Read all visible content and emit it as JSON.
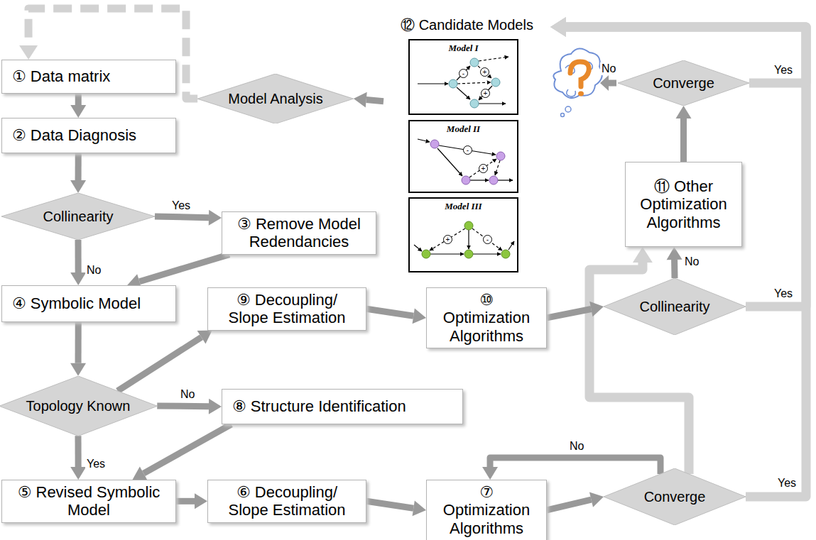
{
  "diagram": {
    "nodes": [
      {
        "text": [
          "① Data matrix"
        ]
      },
      {
        "text": [
          "② Data Diagnosis"
        ]
      },
      {
        "text": [
          "Collinearity"
        ]
      },
      {
        "text": [
          "③ Remove Model Redendancies"
        ]
      },
      {
        "text": [
          "④ Symbolic Model"
        ]
      },
      {
        "text": [
          "Topology Known"
        ]
      },
      {
        "text": [
          "⑧ Structure Identification"
        ]
      },
      {
        "text": [
          "⑤ Revised Symbolic Model"
        ]
      },
      {
        "text": [
          "⑨ Decoupling/ Slope Estimation"
        ]
      },
      {
        "text": [
          "⑩ Optimization Algorithms"
        ]
      },
      {
        "text": [
          "Collinearity"
        ]
      },
      {
        "text": [
          "⑪ Other Optimization Algorithms"
        ]
      },
      {
        "text": [
          "Converge"
        ]
      },
      {
        "text": [
          "⑫ Candidate Models"
        ]
      },
      {
        "text": [
          "Model I"
        ],
        "in": 13
      },
      {
        "text": [
          "Model II"
        ],
        "in": 13
      },
      {
        "text": [
          "Model III"
        ],
        "in": 13
      },
      {
        "text": [
          "Model Analysis"
        ]
      },
      {
        "text": [
          "⑥ Decoupling/ Slope Estimation"
        ]
      },
      {
        "text": [
          "⑦ Optimization Algorithms"
        ]
      },
      {
        "text": [
          "Converge"
        ]
      }
    ],
    "edges": [
      {
        "from": 0,
        "to": 1,
        "arrow": "to"
      },
      {
        "from": 1,
        "to": 2,
        "arrow": "to"
      },
      {
        "from": 2,
        "to": 3,
        "label": "Yes",
        "arrow": "to"
      },
      {
        "from": 3,
        "to": 4,
        "arrow": "to"
      },
      {
        "from": 2,
        "to": 4,
        "label": "No",
        "arrow": "to"
      },
      {
        "from": 4,
        "to": 5,
        "arrow": "to"
      },
      {
        "from": 5,
        "to": 8,
        "arrow": "to"
      },
      {
        "from": 5,
        "to": 6,
        "label": "No",
        "arrow": "to"
      },
      {
        "from": 6,
        "to": 7,
        "arrow": "to"
      },
      {
        "from": 5,
        "to": 7,
        "label": "Yes",
        "arrow": "to"
      },
      {
        "from": 7,
        "to": 18,
        "arrow": "to"
      },
      {
        "from": 18,
        "to": 19,
        "arrow": "to"
      },
      {
        "from": 19,
        "to": 20,
        "arrow": "to"
      },
      {
        "from": 20,
        "to": 19,
        "label": "No",
        "arrow": "to"
      },
      {
        "from": 20,
        "to": 11,
        "arrow": "to"
      },
      {
        "from": 20,
        "to": 13,
        "label": "Yes",
        "arrow": "to"
      },
      {
        "from": 8,
        "to": 9,
        "arrow": "to"
      },
      {
        "from": 9,
        "to": 10,
        "arrow": "to"
      },
      {
        "from": 10,
        "to": 11,
        "label": "No",
        "arrow": "to"
      },
      {
        "from": 10,
        "to": 13,
        "label": "Yes",
        "arrow": "to"
      },
      {
        "from": 11,
        "to": 12,
        "arrow": "to"
      },
      {
        "from": 12,
        "to": 13,
        "label": "Yes",
        "arrow": "to"
      },
      {
        "from": 13,
        "to": 17,
        "arrow": "to"
      },
      {
        "from": 17,
        "to": 0,
        "arrow": "to"
      }
    ],
    "labels": [
      "No",
      "-",
      "+",
      "+",
      "-",
      "+",
      "+",
      "-"
    ]
  }
}
